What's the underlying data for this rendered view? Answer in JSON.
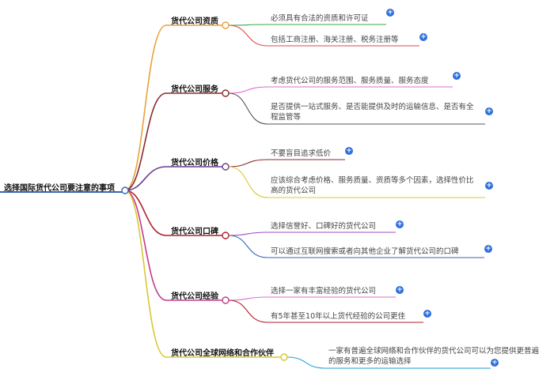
{
  "root": {
    "label": "选择国际货代公司要注意的事项"
  },
  "branches": [
    {
      "label": "货代公司资质",
      "color": "#e8a23a",
      "leaves": [
        {
          "text": "必须具有合法的资质和许可证",
          "color": "#3aa84a"
        },
        {
          "text": "包括工商注册、海关注册、税务注册等",
          "color": "#d94a4a"
        }
      ]
    },
    {
      "label": "货代公司服务",
      "color": "#8b2a2a",
      "leaves": [
        {
          "text": "考虑货代公司的服务范围、服务质量、服务态度",
          "color": "#e26bd0"
        },
        {
          "text": "是否提供一站式服务、是否能提供及时的运输信息、是否有全程监管等",
          "color": "#555555"
        }
      ]
    },
    {
      "label": "货代公司价格",
      "color": "#6b3b8a",
      "leaves": [
        {
          "text": "不要盲目追求低价",
          "color": "#8b2a2a"
        },
        {
          "text": "应该综合考虑价格、服务质量、资质等多个因素，选择性价比高的货代公司",
          "color": "#d8c830"
        }
      ]
    },
    {
      "label": "货代公司口碑",
      "color": "#b01e2a",
      "leaves": [
        {
          "text": "选择信誉好、口碑好的货代公司",
          "color": "#9a4cc8"
        },
        {
          "text": "可以通过互联网搜索或者向其他企业了解货代公司的口碑",
          "color": "#3566b5"
        }
      ]
    },
    {
      "label": "货代公司经验",
      "color": "#c13a8e",
      "leaves": [
        {
          "text": "选择一家有丰富经验的货代公司",
          "color": "#e26bd0"
        },
        {
          "text": "有5年甚至10年以上货代经验的公司更佳",
          "color": "#b01e2a"
        }
      ]
    },
    {
      "label": "货代公司全球网络和合作伙伴",
      "color": "#d8c830",
      "leaves": [
        {
          "text": "一家有普遍全球网络和合作伙伴的货代公司可以为您提供更普遍的服务和更多的运输选择",
          "color": "#2aa0d8"
        }
      ]
    }
  ],
  "icons": {
    "node": "circle-node-icon",
    "expand": "expand-plus-icon"
  }
}
